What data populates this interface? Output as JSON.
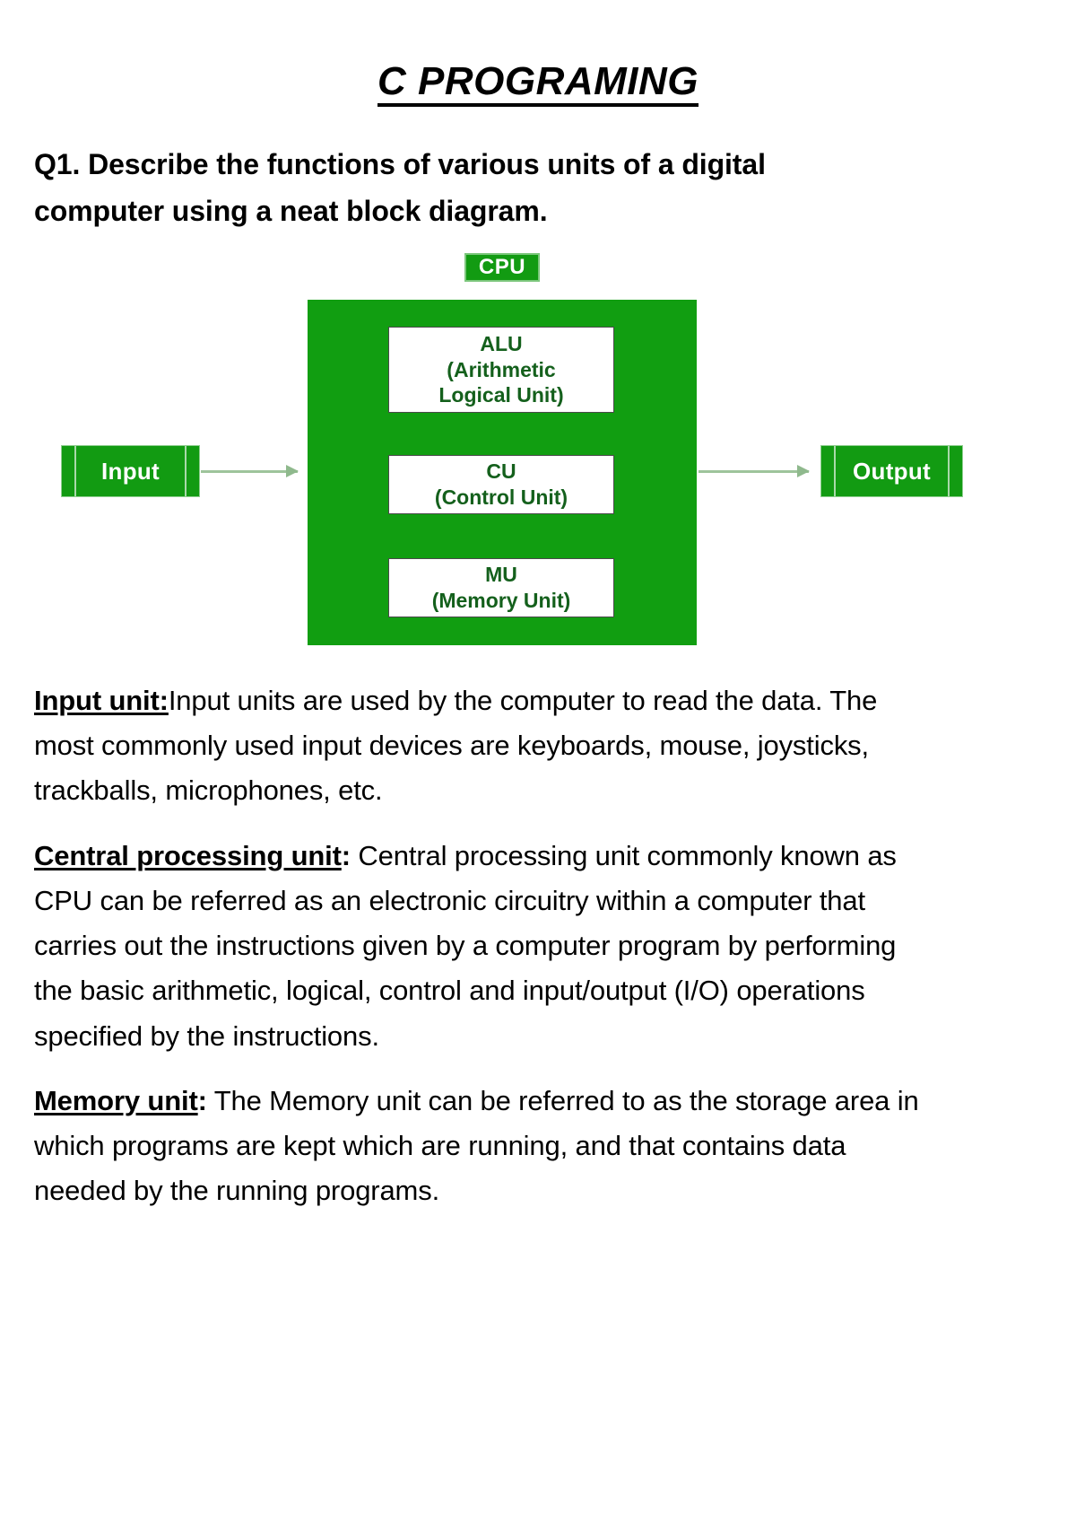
{
  "document": {
    "title": "C PROGRAMING",
    "question": "Q1. Describe the functions of various units of a digital computer using a neat block diagram."
  },
  "diagram": {
    "cpu_tag": "CPU",
    "units": [
      {
        "name": "ALU",
        "abbr": "ALU",
        "full": "(Arithmetic Logical Unit)",
        "line1": "ALU",
        "line2": "(Arithmetic",
        "line3": "Logical Unit)"
      },
      {
        "name": "CU",
        "abbr": "CU",
        "full": "(Control Unit)",
        "line1": "CU",
        "line2": "(Control Unit)",
        "line3": ""
      },
      {
        "name": "MU",
        "abbr": "MU",
        "full": "(Memory Unit)",
        "line1": "MU",
        "line2": "(Memory Unit)",
        "line3": ""
      }
    ],
    "input_label": "Input",
    "output_label": "Output",
    "colors": {
      "cpu_fill": "#119e11",
      "tag_fill": "#129b12",
      "unit_text": "#14601c",
      "arrow": "#9ec49b",
      "io_fill": "#129b12",
      "io_edge": "#a9d9a9"
    }
  },
  "paragraphs": [
    {
      "lead": "Input unit:",
      "lead_bold_underline": "Input unit:",
      "lead_tail": "",
      "body": "Input units are used by the computer to read the data. The most commonly used input devices are keyboards, mouse, joysticks, trackballs, microphones, etc."
    },
    {
      "lead": "Central processing unit",
      "lead_bold_underline": "Central processing unit",
      "lead_tail": ":",
      "body": " Central processing unit commonly known as CPU can be referred as an electronic circuitry within a computer that carries out the instructions given by a computer program by performing the basic arithmetic, logical, control and input/output (I/O) operations specified by the instructions."
    },
    {
      "lead": "Memory unit",
      "lead_bold_underline": "Memory unit",
      "lead_tail": ":",
      "body": " The Memory unit can be referred to as the storage area in which programs are kept which are running, and that contains data needed by the running programs."
    }
  ]
}
